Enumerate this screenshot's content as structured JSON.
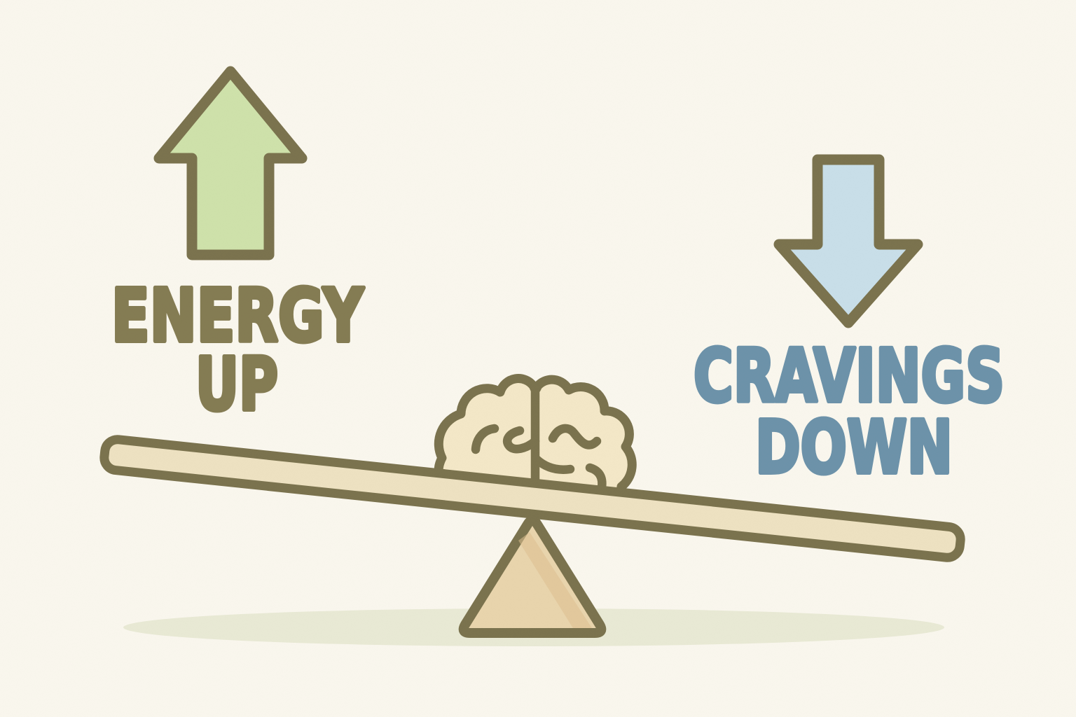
{
  "labels": {
    "energy": {
      "line1": "ENERGY",
      "line2": "UP"
    },
    "cravings": {
      "line1": "CRAVINGS",
      "line2": "DOWN"
    }
  },
  "icons": {
    "up_arrow": "arrow-up",
    "down_arrow": "arrow-down",
    "brain": "brain",
    "seesaw": "seesaw-balance-with-fulcrum"
  },
  "colors": {
    "background": "#faf7ee",
    "outline": "#7b734e",
    "arrow_up_fill": "#cfe2ab",
    "arrow_down_fill": "#c9dfe9",
    "energy_text": "#857c53",
    "cravings_text": "#6d93aa",
    "plank_fill": "#eee2c2",
    "triangle_fill": "#e9d5ad",
    "triangle_shade": "#dec08f",
    "brain_fill": "#f4e8c8",
    "shadow": "#e9ead5"
  }
}
